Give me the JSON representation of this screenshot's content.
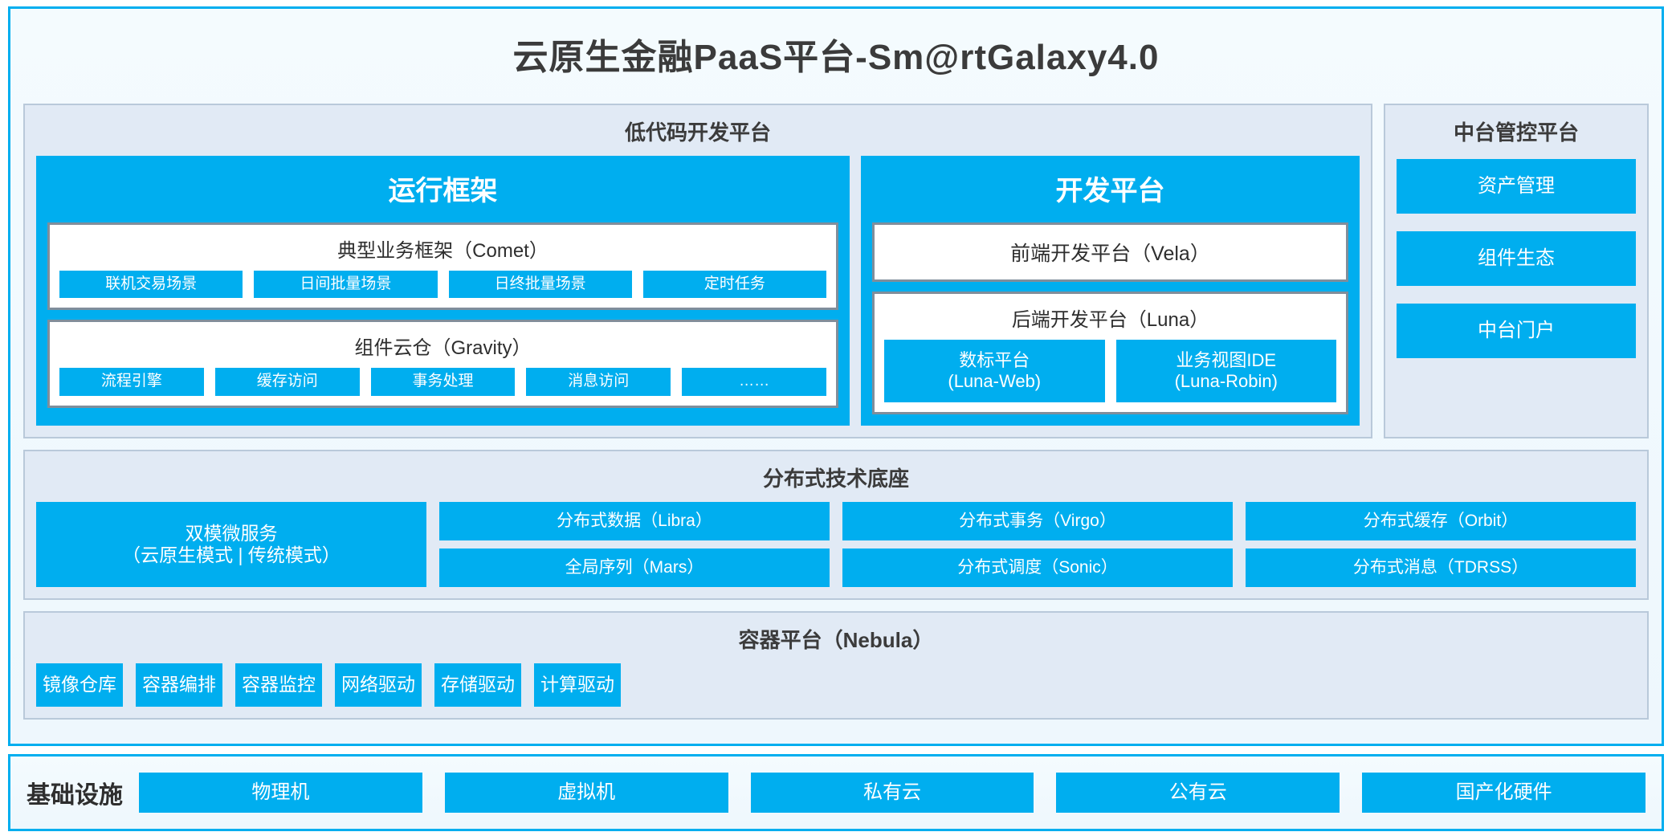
{
  "title": "云原生金融PaaS平台-Sm@rtGalaxy4.0",
  "colors": {
    "accent": "#00AEEF",
    "group_bg": "#e1eaf5",
    "panel_bg": "#f1f8fd",
    "card_border": "#808e9b"
  },
  "lowcode": {
    "title": "低代码开发平台",
    "runtime": {
      "title": "运行框架",
      "comet": {
        "title": "典型业务框架（Comet）",
        "items": [
          "联机交易场景",
          "日间批量场景",
          "日终批量场景",
          "定时任务"
        ]
      },
      "gravity": {
        "title": "组件云仓（Gravity）",
        "items": [
          "流程引擎",
          "缓存访问",
          "事务处理",
          "消息访问",
          "……"
        ]
      }
    },
    "devplatform": {
      "title": "开发平台",
      "frontend": "前端开发平台（Vela）",
      "backend": {
        "title": "后端开发平台（Luna）",
        "items": [
          {
            "name": "数标平台",
            "code": "(Luna-Web)"
          },
          {
            "name": "业务视图IDE",
            "code": "(Luna-Robin)"
          }
        ]
      }
    }
  },
  "console": {
    "title": "中台管控平台",
    "items": [
      "资产管理",
      "组件生态",
      "中台门户"
    ]
  },
  "techbase": {
    "title": "分布式技术底座",
    "microservice": {
      "name": "双模微服务",
      "modes": "（云原生模式 | 传统模式）"
    },
    "columns": [
      [
        "分布式数据（Libra）",
        "全局序列（Mars）"
      ],
      [
        "分布式事务（Virgo）",
        "分布式调度（Sonic）"
      ],
      [
        "分布式缓存（Orbit）",
        "分布式消息（TDRSS）"
      ]
    ]
  },
  "containerplatform": {
    "title": "容器平台（Nebula）",
    "items": [
      "镜像仓库",
      "容器编排",
      "容器监控",
      "网络驱动",
      "存储驱动",
      "计算驱动"
    ]
  },
  "infrastructure": {
    "label": "基础设施",
    "items": [
      "物理机",
      "虚拟机",
      "私有云",
      "公有云",
      "国产化硬件"
    ]
  }
}
